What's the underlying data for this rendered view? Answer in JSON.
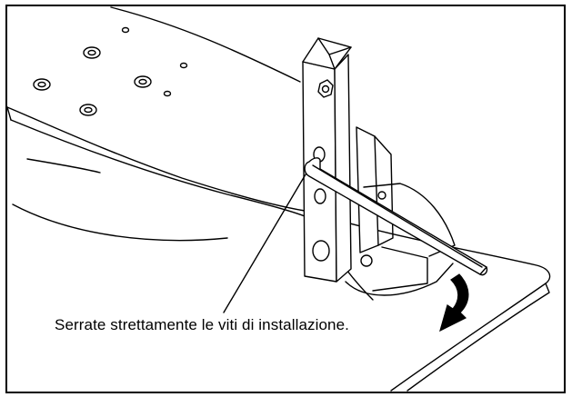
{
  "caption": "Serrate strettamente le viti di installazione.",
  "colors": {
    "line": "#000000",
    "fill": "#ffffff",
    "shadow": "#bdbdbd",
    "arrow": "#000000"
  },
  "icons": [
    "hex-key",
    "bracket",
    "screw",
    "rotation-arrow"
  ]
}
